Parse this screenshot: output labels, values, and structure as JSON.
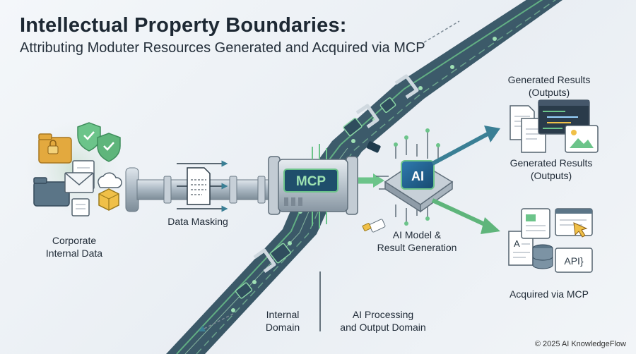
{
  "header": {
    "title": "Intellectual Property Boundaries:",
    "subtitle": "Attributing Moduter Resources Generated and Acquired via MCP"
  },
  "nodes": {
    "corporate_data": "Corporate\nInternal Data",
    "data_masking": "Data Masking",
    "mcp_label": "MCP",
    "ai_chip_label": "AI",
    "ai_model": "AI Model &\nResult Generation",
    "generated_results_top": "Generated Results\n(Outputs)",
    "generated_results_mid": "Generated Results\n(Outputs)",
    "acquired_mcp": "Acquired via MCP",
    "api_badge": "API}"
  },
  "domains": {
    "internal": "Internal\nDomain",
    "ai_processing": "AI Processing\nand Output Domain"
  },
  "footer": {
    "copyright": "© 2025 AI KnowledgeFlow"
  },
  "colors": {
    "accent_green": "#6cc48a",
    "band_dark": "#2c4a5c",
    "arrow_teal": "#3a7f95",
    "chip_blue": "#1f5f8a"
  }
}
